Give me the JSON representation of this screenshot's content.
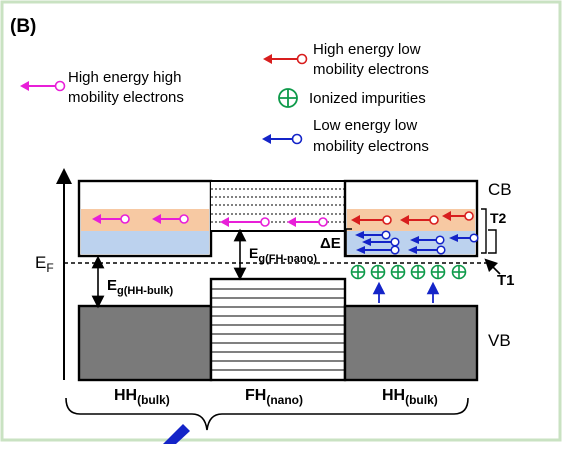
{
  "panel_label": "(B)",
  "legend": {
    "high_energy_high_mobility_line1": "High energy high",
    "high_energy_high_mobility_line2": "mobility  electrons",
    "high_energy_low_mobility_line1": "High energy low",
    "high_energy_low_mobility_line2": "mobility electrons",
    "ionized_impurities": "Ionized impurities",
    "low_energy_low_mobility_line1": "Low energy low",
    "low_energy_low_mobility_line2": "mobility electrons"
  },
  "labels": {
    "fermi_level": "EF",
    "cb": "CB",
    "vb": "VB",
    "t1": "T1",
    "t2": "T2",
    "delta_e": "ΔE",
    "eg_hh_bulk": "Eg(HH-bulk)",
    "eg_fh_nano": "Eg(FH-nano)",
    "hh_bulk_left": "HH(bulk)",
    "fh_nano": "FH(nano)",
    "hh_bulk_right": "HH(bulk)"
  },
  "colors": {
    "magenta": "#e81fd8",
    "red": "#d81e1e",
    "blue": "#1424c8",
    "green": "#0e9a4a",
    "orange_band": "#f7c9a3",
    "blue_band": "#bcd2ee",
    "vb_fill": "#7a7a7a",
    "frame_border": "#c9e2c2"
  }
}
